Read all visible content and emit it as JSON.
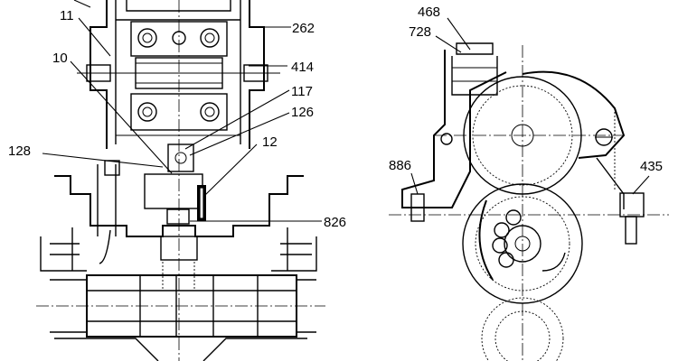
{
  "labels": {
    "l11": "11",
    "l10": "10",
    "l128": "128",
    "l262": "262",
    "l414": "414",
    "l117": "117",
    "l126": "126",
    "l12": "12",
    "l826": "826",
    "l468": "468",
    "l728": "728",
    "l886": "886",
    "l435": "435"
  },
  "colors": {
    "ink": "#000000",
    "paper": "#ffffff"
  }
}
